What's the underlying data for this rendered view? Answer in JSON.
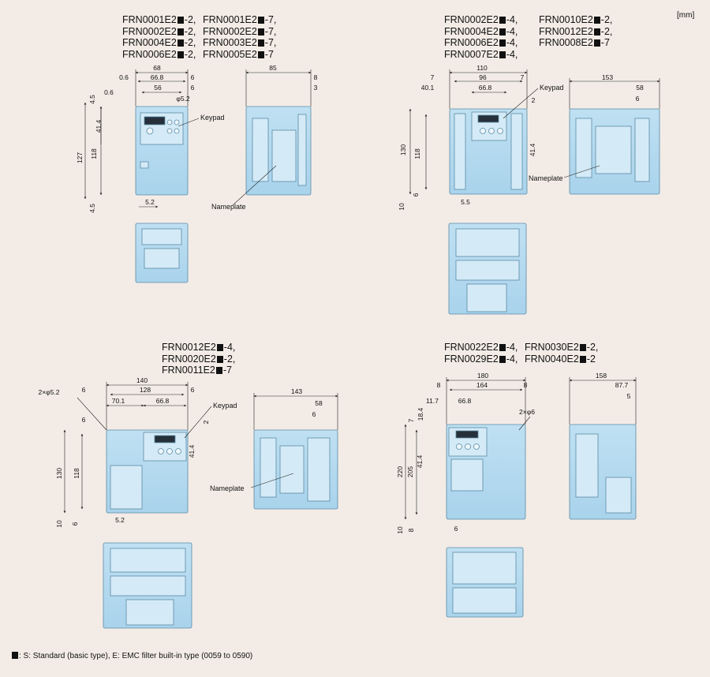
{
  "unit": "[mm]",
  "note": ": S: Standard (basic type), E: EMC filter built-in type (0059 to 0590)",
  "groups": [
    {
      "id": "g1",
      "models": [
        [
          "FRN0001E2",
          "-2,",
          "FRN0001E2",
          "-7,"
        ],
        [
          "FRN0002E2",
          "-2,",
          "FRN0002E2",
          "-7,"
        ],
        [
          "FRN0004E2",
          "-2,",
          "FRN0003E2",
          "-7,"
        ],
        [
          "FRN0006E2",
          "-2,",
          "FRN0005E2",
          "-7"
        ]
      ],
      "callouts": {
        "keypad": "Keypad",
        "nameplate": "Nameplate"
      }
    },
    {
      "id": "g2",
      "models": [
        [
          "FRN0002E2",
          "-4,",
          "FRN0010E2",
          "-2,"
        ],
        [
          "FRN0004E2",
          "-4,",
          "FRN0012E2",
          "-2,"
        ],
        [
          "FRN0006E2",
          "-4,",
          "FRN0008E2",
          "-7"
        ],
        [
          "FRN0007E2",
          "-4,",
          "",
          ""
        ]
      ],
      "callouts": {
        "keypad": "Keypad",
        "nameplate": "Nameplate"
      }
    },
    {
      "id": "g3",
      "models": [
        [
          "FRN0012E2",
          "-4,"
        ],
        [
          "FRN0020E2",
          "-2,"
        ],
        [
          "FRN0011E2",
          "-7"
        ]
      ],
      "callouts": {
        "keypad": "Keypad",
        "nameplate": "Nameplate"
      }
    },
    {
      "id": "g4",
      "models": [
        [
          "FRN0022E2",
          "-4,",
          "FRN0030E2",
          "-2,"
        ],
        [
          "FRN0029E2",
          "-4,",
          "FRN0040E2",
          "-2"
        ]
      ],
      "callouts": {}
    }
  ],
  "dims": {
    "g1": [
      "68",
      "0.6",
      "66.8",
      "6",
      "56",
      "6",
      "0.6",
      "φ5.2",
      "4.5",
      "41.4",
      "127",
      "118",
      "4.5",
      "5.2",
      "85",
      "8",
      "3"
    ],
    "g2": [
      "110",
      "7",
      "7",
      "40.1",
      "96",
      "66.8",
      "118",
      "130",
      "41.4",
      "6",
      "10",
      "5.5",
      "153",
      "58",
      "6",
      "2"
    ],
    "g3": [
      "140",
      "2×φ5.2",
      "6",
      "6",
      "128",
      "70.1",
      "66.8",
      "6",
      "130",
      "118",
      "41.4",
      "2",
      "10",
      "6",
      "5.2",
      "143",
      "58",
      "6"
    ],
    "g4": [
      "180",
      "8",
      "8",
      "164",
      "11.7",
      "66.8",
      "2×φ6",
      "7",
      "18.4",
      "41.4",
      "220",
      "205",
      "10",
      "8",
      "6",
      "158",
      "87.7",
      "5"
    ]
  }
}
